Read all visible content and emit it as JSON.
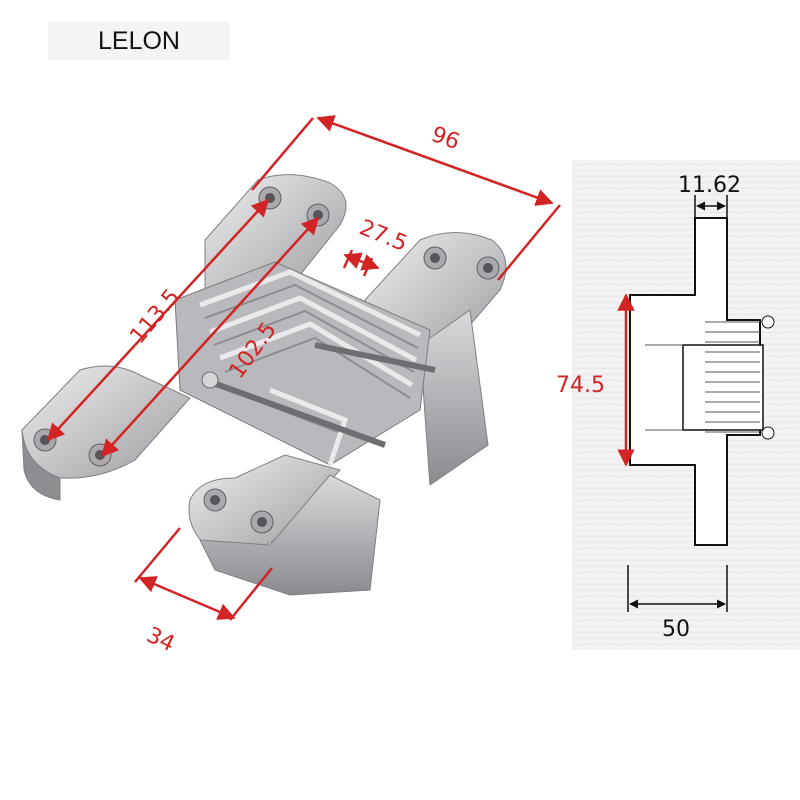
{
  "brand": {
    "name": "LELON"
  },
  "colors": {
    "dimension": "#d22424",
    "metal": "#c9c9cb",
    "metal_dark": "#8e8e92"
  },
  "product_view": {
    "dims": {
      "overall_width": "96",
      "plate_length": "113.5",
      "hole_spacing": "102.5",
      "offset": "27.5",
      "body_width": "34"
    }
  },
  "side_view": {
    "dims": {
      "top_offset": "11.62",
      "body_height": "74.5",
      "depth": "50"
    }
  }
}
